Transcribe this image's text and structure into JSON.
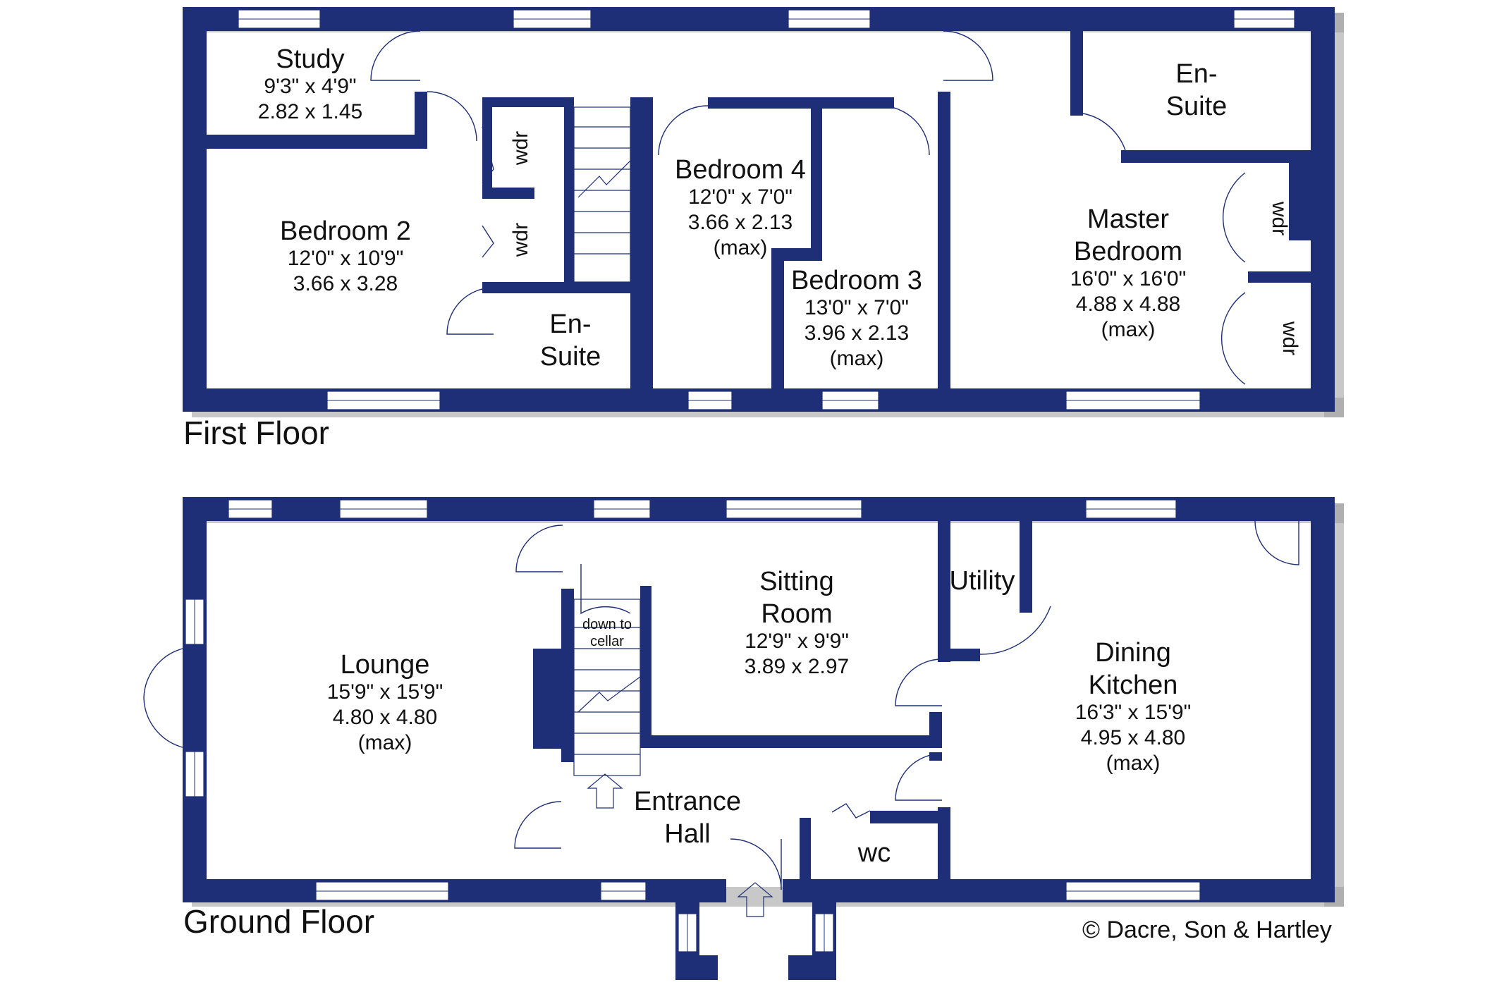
{
  "floors": [
    {
      "label": "First Floor",
      "rooms": [
        {
          "name": [
            "Study"
          ],
          "dims": [
            "9'3\"  x  4'9\"",
            "2.82  x  1.45"
          ]
        },
        {
          "name": [
            "Bedroom 2"
          ],
          "dims": [
            "12'0\"  x  10'9\"",
            "3.66  x  3.28"
          ]
        },
        {
          "name": [
            "Bedroom 4"
          ],
          "dims": [
            "12'0\"  x   7'0\"",
            "3.66  x  2.13",
            "(max)"
          ]
        },
        {
          "name": [
            "Bedroom 3"
          ],
          "dims": [
            "13'0\"  x   7'0\"",
            "3.96  x  2.13",
            "(max)"
          ]
        },
        {
          "name": [
            "Master",
            "Bedroom"
          ],
          "dims": [
            "16'0\"  x  16'0\"",
            "4.88  x  4.88",
            "(max)"
          ]
        },
        {
          "name": [
            "En-",
            "Suite"
          ],
          "dims": []
        },
        {
          "name": [
            "En-",
            "Suite"
          ],
          "dims": []
        }
      ],
      "cupboards": [
        "wdr",
        "wdr",
        "wdr",
        "wdr"
      ]
    },
    {
      "label": "Ground Floor",
      "rooms": [
        {
          "name": [
            "Lounge"
          ],
          "dims": [
            "15'9\"  x  15'9\"",
            "4.80  x  4.80",
            "(max)"
          ]
        },
        {
          "name": [
            "Sitting",
            "Room"
          ],
          "dims": [
            "12'9\"  x   9'9\"",
            "3.89  x  2.97"
          ]
        },
        {
          "name": [
            "Dining",
            "Kitchen"
          ],
          "dims": [
            "16'3\"  x  15'9\"",
            "4.95  x  4.80",
            "(max)"
          ]
        },
        {
          "name": [
            "Entrance",
            "Hall"
          ],
          "dims": []
        },
        {
          "name": [
            "Utility"
          ],
          "dims": []
        },
        {
          "name": [
            "WC"
          ],
          "dims": []
        }
      ],
      "stair_note": [
        "down to",
        "cellar"
      ]
    }
  ],
  "copyright": "© Dacre, Son & Hartley",
  "colors": {
    "wall": "#1e2f78",
    "shadow": "#9a9a9a",
    "window": "#ffffff"
  }
}
